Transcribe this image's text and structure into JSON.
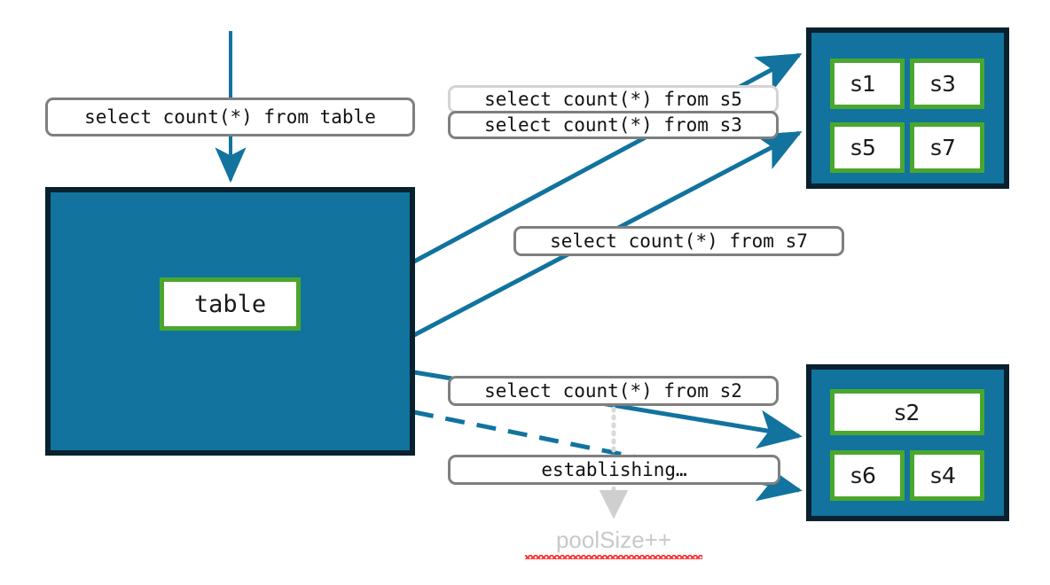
{
  "diagram": {
    "title": "Connection pool query routing diagram",
    "colors": {
      "container_fill": "#11739E",
      "container_border": "#09202E",
      "node_border": "#4AA72E",
      "node_fill": "#FFFFFF",
      "arrow": "#11739E",
      "label_border": "#7F7F7F",
      "label_border_faded": "#D4D4D4",
      "pool_note_text": "#C9C9C9",
      "spellcheck_underline": "#FF2D2D"
    }
  },
  "source": {
    "incoming_query_label": "select count(*) from table",
    "table_node_label": "table"
  },
  "pools": [
    {
      "id": "pool-top",
      "nodes": [
        {
          "id": "s1",
          "label": "s1"
        },
        {
          "id": "s3",
          "label": "s3"
        },
        {
          "id": "s5",
          "label": "s5"
        },
        {
          "id": "s7",
          "label": "s7"
        }
      ]
    },
    {
      "id": "pool-bottom",
      "nodes": [
        {
          "id": "s2",
          "label": "s2"
        },
        {
          "id": "s6",
          "label": "s6"
        },
        {
          "id": "s4",
          "label": "s4"
        }
      ]
    }
  ],
  "query_labels": [
    {
      "id": "q-s5",
      "text": "select count(*) from s5",
      "state": "faded"
    },
    {
      "id": "q-s3",
      "text": "select count(*) from s3",
      "state": "normal"
    },
    {
      "id": "q-s7",
      "text": "select count(*) from s7",
      "state": "normal"
    },
    {
      "id": "q-s2",
      "text": "select count(*) from s2",
      "state": "normal"
    },
    {
      "id": "q-establishing",
      "text": "establishing…",
      "state": "normal"
    }
  ],
  "annotation": {
    "pool_size_text": "poolSize++"
  }
}
